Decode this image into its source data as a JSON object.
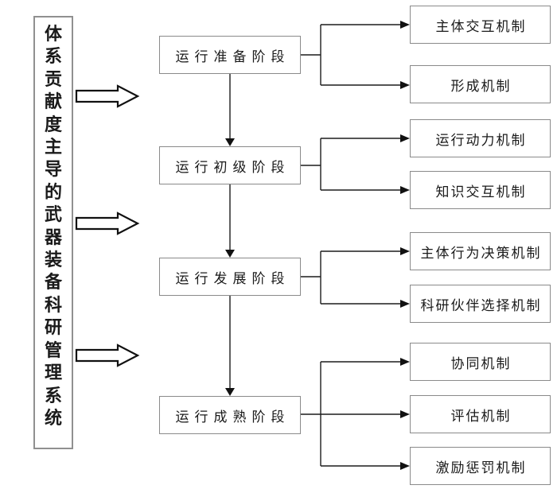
{
  "diagram": {
    "title_note": "体系贡献度主导的武器装备科研管理系统运行阶段与机制流程图",
    "root": {
      "label": "体系贡献度主导的武器装备科研管理系统"
    },
    "stages": [
      {
        "label": "运行准备阶段",
        "mechanisms": [
          "主体交互机制",
          "形成机制"
        ]
      },
      {
        "label": "运行初级阶段",
        "mechanisms": [
          "运行动力机制",
          "知识交互机制"
        ]
      },
      {
        "label": "运行发展阶段",
        "mechanisms": [
          "主体行为决策机制",
          "科研伙伴选择机制"
        ]
      },
      {
        "label": "运行成熟阶段",
        "mechanisms": [
          "协同机制",
          "评估机制",
          "激励惩罚机制"
        ]
      }
    ],
    "colors": {
      "background": "#ffffff",
      "box_border": "#8a8a8a",
      "line": "#1c1c1c",
      "text": "#1a1a1a"
    }
  }
}
